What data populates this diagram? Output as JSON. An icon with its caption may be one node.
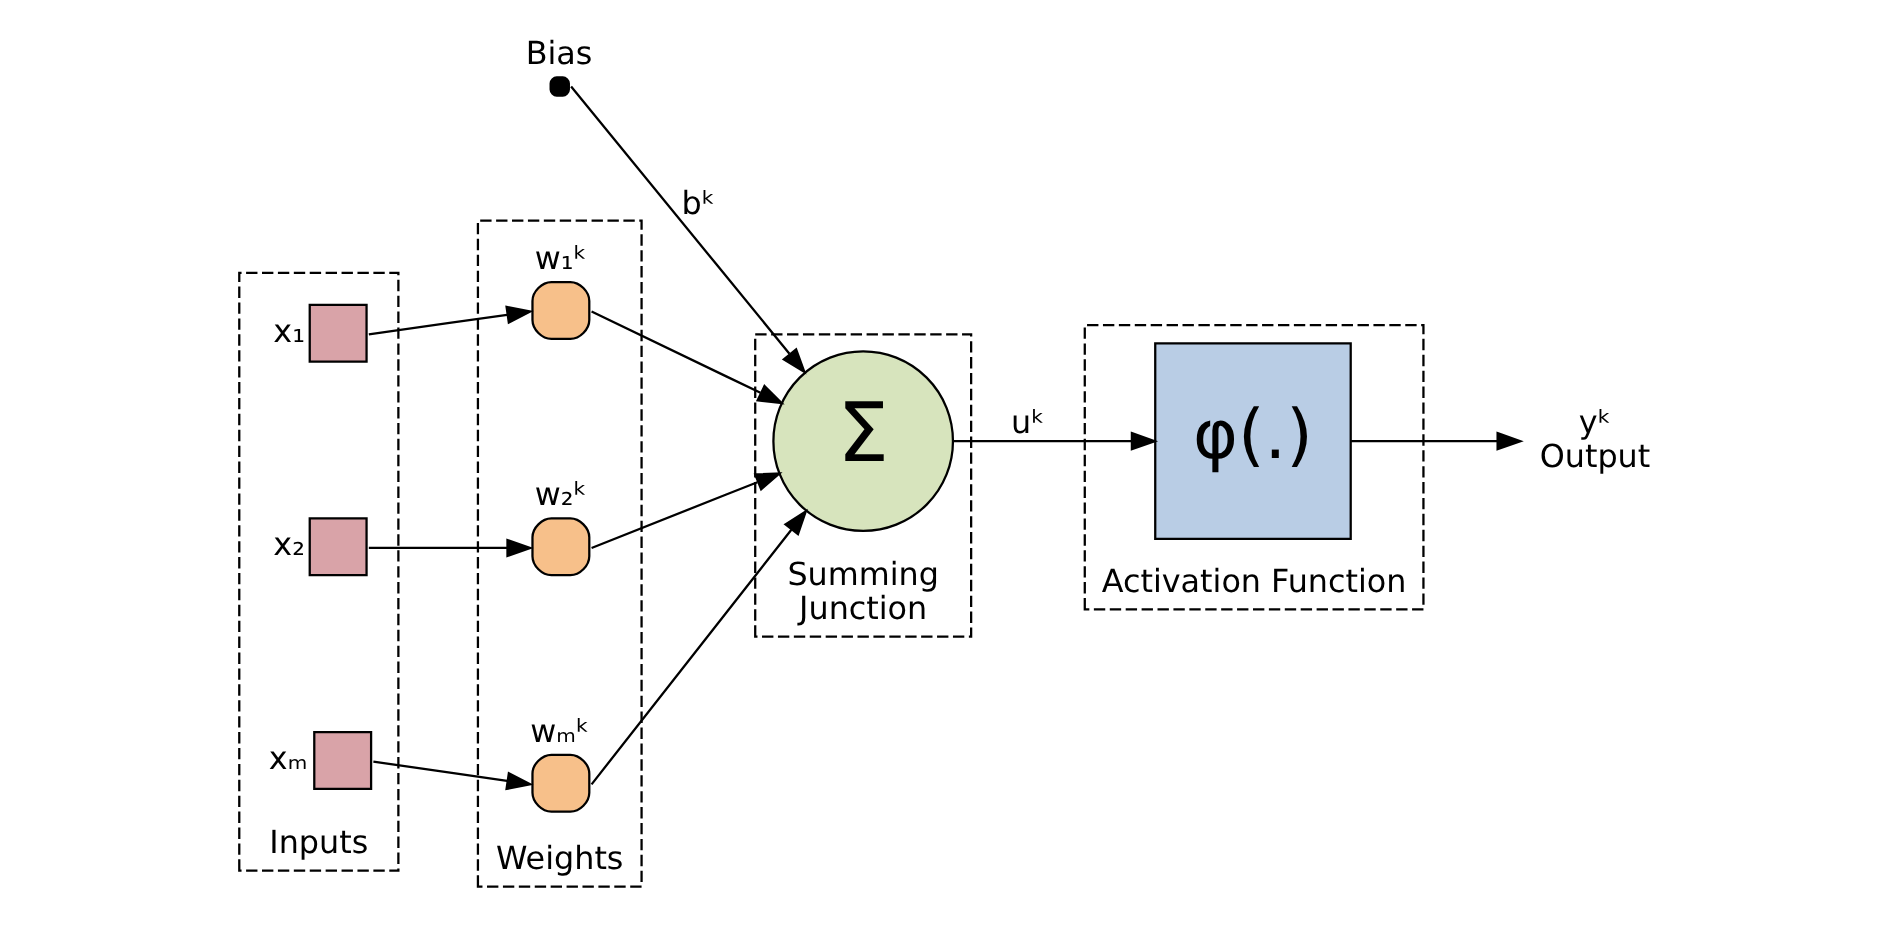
{
  "diagram": {
    "nodes": [
      {
        "text": [
          "Inputs"
        ]
      },
      {
        "text": [],
        "shape": "box",
        "in": 0,
        "beside": [
          "x₁"
        ]
      },
      {
        "text": [],
        "shape": "box",
        "in": 0,
        "beside": [
          "x₂"
        ]
      },
      {
        "text": [],
        "shape": "box",
        "in": 0,
        "beside": [
          "xₘ"
        ]
      },
      {
        "text": [
          "Weights"
        ]
      },
      {
        "text": [],
        "shape": "circle",
        "in": 4,
        "beside": [
          "w₁ᵏ"
        ]
      },
      {
        "text": [],
        "shape": "circle",
        "in": 4,
        "beside": [
          "w₂ᵏ"
        ]
      },
      {
        "text": [],
        "shape": "circle",
        "in": 4,
        "beside": [
          "wₘᵏ"
        ]
      },
      {
        "text": [],
        "shape": "circle",
        "beside": [
          "Bias"
        ]
      },
      {
        "text": [
          "Summing Junction"
        ]
      },
      {
        "text": [
          "Σ"
        ],
        "in": 9
      },
      {
        "text": [
          "Activation Function"
        ]
      },
      {
        "text": [
          "φ(.)"
        ],
        "in": 11
      },
      {
        "text": [
          "yᵏ",
          "Output"
        ]
      }
    ],
    "edges": [
      {
        "from": 1,
        "to": 5,
        "arrow": "to"
      },
      {
        "from": 2,
        "to": 6,
        "arrow": "to"
      },
      {
        "from": 3,
        "to": 7,
        "arrow": "to"
      },
      {
        "from": 5,
        "to": 10,
        "arrow": "to"
      },
      {
        "from": 6,
        "to": 10,
        "arrow": "to"
      },
      {
        "from": 7,
        "to": 10,
        "arrow": "to"
      },
      {
        "from": 8,
        "to": 10,
        "arrow": "to",
        "label": "bᵏ"
      },
      {
        "from": 10,
        "to": 12,
        "arrow": "to",
        "label": "uᵏ"
      },
      {
        "from": 12,
        "to": 13,
        "arrow": "to"
      }
    ]
  }
}
